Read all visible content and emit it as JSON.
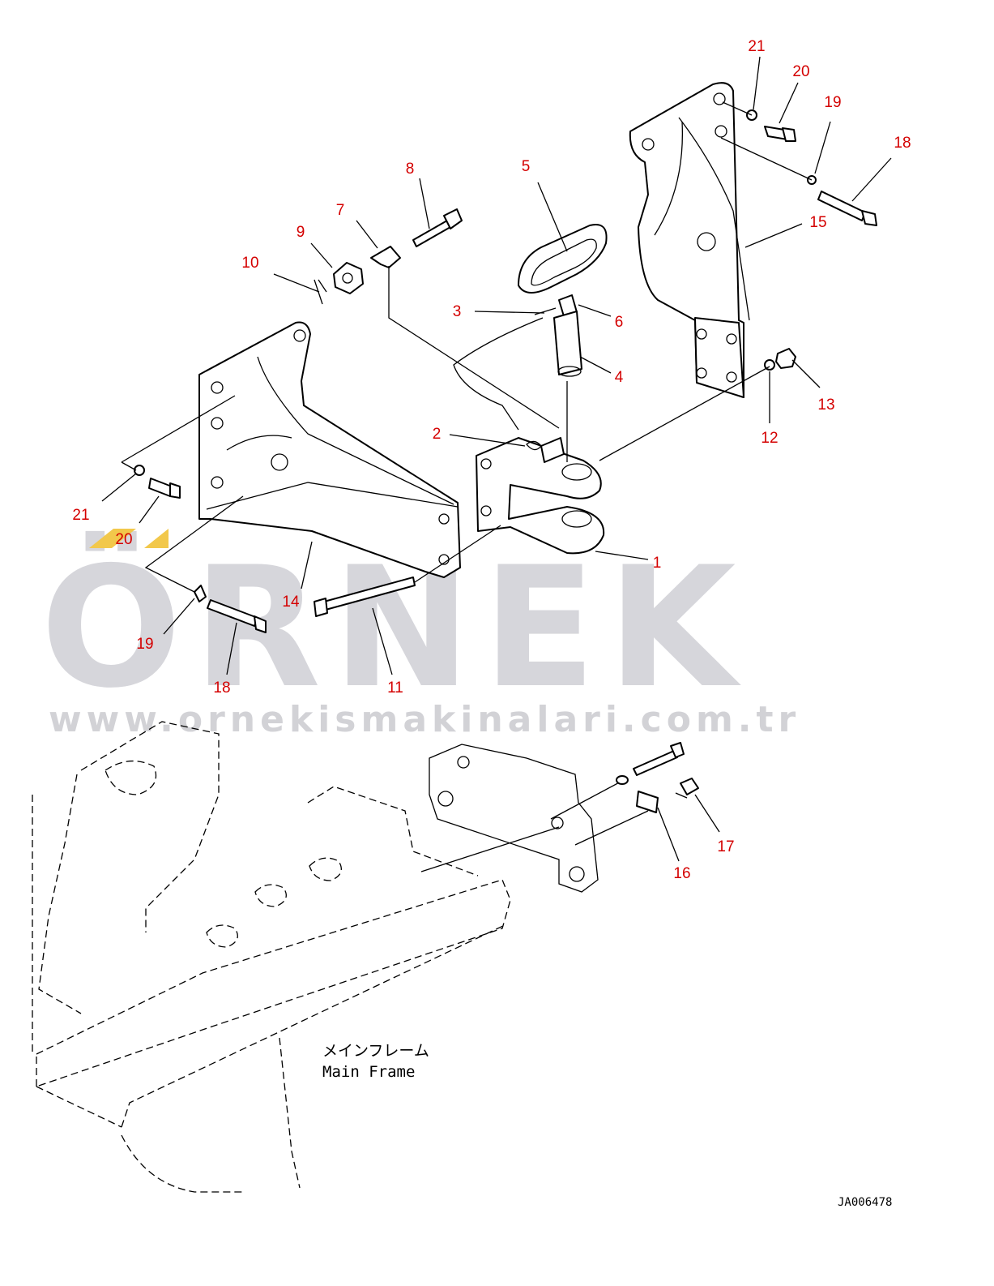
{
  "diagram": {
    "watermark": {
      "brand": "ÖRNEK",
      "url": "www.ornekismakinalari.com.tr"
    },
    "frame_label_jp": "メインフレーム",
    "frame_label_en": "Main Frame",
    "drawing_code": "JA006478",
    "colors": {
      "callout": "#d40000",
      "watermark": "#d6d6db",
      "accent": "#f2c84b",
      "line": "#000000"
    },
    "callouts": [
      {
        "id": "c21a",
        "label": "21"
      },
      {
        "id": "c20a",
        "label": "20"
      },
      {
        "id": "c19a",
        "label": "19"
      },
      {
        "id": "c18a",
        "label": "18"
      },
      {
        "id": "c15",
        "label": "15"
      },
      {
        "id": "c13",
        "label": "13"
      },
      {
        "id": "c12",
        "label": "12"
      },
      {
        "id": "c8",
        "label": "8"
      },
      {
        "id": "c7",
        "label": "7"
      },
      {
        "id": "c9",
        "label": "9"
      },
      {
        "id": "c10",
        "label": "10"
      },
      {
        "id": "c5",
        "label": "5"
      },
      {
        "id": "c3",
        "label": "3"
      },
      {
        "id": "c6",
        "label": "6"
      },
      {
        "id": "c4",
        "label": "4"
      },
      {
        "id": "c2",
        "label": "2"
      },
      {
        "id": "c1",
        "label": "1"
      },
      {
        "id": "c14",
        "label": "14"
      },
      {
        "id": "c21b",
        "label": "21"
      },
      {
        "id": "c20b",
        "label": "20"
      },
      {
        "id": "c19b",
        "label": "19"
      },
      {
        "id": "c18b",
        "label": "18"
      },
      {
        "id": "c11",
        "label": "11"
      },
      {
        "id": "c17",
        "label": "17"
      },
      {
        "id": "c16",
        "label": "16"
      }
    ]
  }
}
